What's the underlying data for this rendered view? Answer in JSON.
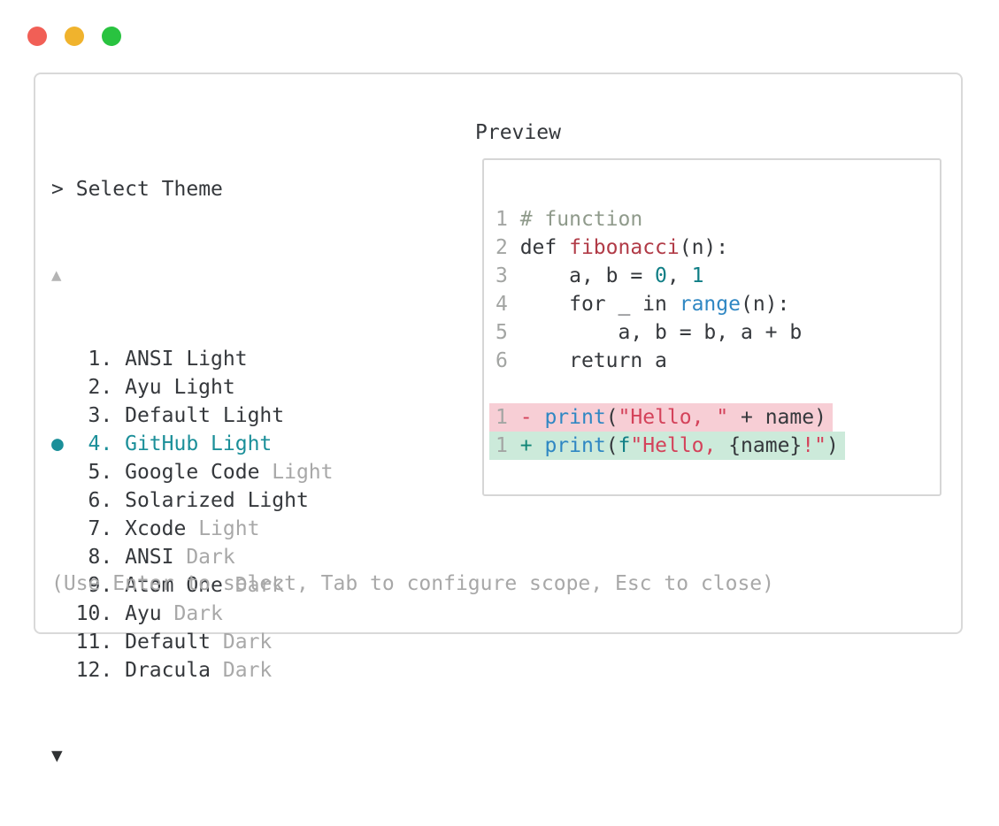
{
  "window_controls": {
    "close_color": "#f15f56",
    "minimize_color": "#f0b32d",
    "zoom_color": "#29c340"
  },
  "picker": {
    "prompt": ">",
    "title": "Select Theme",
    "scroll_up": "▲",
    "scroll_down": "▼",
    "selected_bullet": "●",
    "items": [
      {
        "num": "1",
        "name": "ANSI Light",
        "dim": "",
        "selected": false
      },
      {
        "num": "2",
        "name": "Ayu Light",
        "dim": "",
        "selected": false
      },
      {
        "num": "3",
        "name": "Default Light",
        "dim": "",
        "selected": false
      },
      {
        "num": "4",
        "name": "GitHub Light",
        "dim": "",
        "selected": true
      },
      {
        "num": "5",
        "name": "Google Code",
        "dim": "Light",
        "selected": false
      },
      {
        "num": "6",
        "name": "Solarized Light",
        "dim": "",
        "selected": false
      },
      {
        "num": "7",
        "name": "Xcode",
        "dim": "Light",
        "selected": false
      },
      {
        "num": "8",
        "name": "ANSI",
        "dim": "Dark",
        "selected": false
      },
      {
        "num": "9",
        "name": "Atom One",
        "dim": "Dark",
        "selected": false
      },
      {
        "num": "10",
        "name": "Ayu",
        "dim": "Dark",
        "selected": false
      },
      {
        "num": "11",
        "name": "Default",
        "dim": "Dark",
        "selected": false
      },
      {
        "num": "12",
        "name": "Dracula",
        "dim": "Dark",
        "selected": false
      }
    ],
    "footer_hint": "(Use Enter to select, Tab to configure scope, Esc to close)"
  },
  "preview": {
    "label": "Preview",
    "code_lines": [
      {
        "n": "1",
        "bg": "",
        "tokens": [
          [
            " ",
            "plain"
          ],
          [
            "# function",
            "comment"
          ]
        ]
      },
      {
        "n": "2",
        "bg": "",
        "tokens": [
          [
            " def ",
            "plain"
          ],
          [
            "fibonacci",
            "defname"
          ],
          [
            "(n):",
            "plain"
          ]
        ]
      },
      {
        "n": "3",
        "bg": "",
        "tokens": [
          [
            "     a, b = ",
            "plain"
          ],
          [
            "0",
            "literal"
          ],
          [
            ", ",
            "plain"
          ],
          [
            "1",
            "literal"
          ]
        ]
      },
      {
        "n": "4",
        "bg": "",
        "tokens": [
          [
            "     for _ in ",
            "plain"
          ],
          [
            "range",
            "call"
          ],
          [
            "(n):",
            "plain"
          ]
        ]
      },
      {
        "n": "5",
        "bg": "",
        "tokens": [
          [
            "         a, b = b, a + b",
            "plain"
          ]
        ]
      },
      {
        "n": "6",
        "bg": "",
        "tokens": [
          [
            "     return a",
            "plain"
          ]
        ]
      },
      {
        "n": "",
        "bg": "",
        "tokens": []
      },
      {
        "n": "1",
        "bg": "removed",
        "tokens": [
          [
            " ",
            "plain"
          ],
          [
            "-",
            "removed_sign"
          ],
          [
            " ",
            "plain"
          ],
          [
            "print",
            "call"
          ],
          [
            "(",
            "plain"
          ],
          [
            "\"Hello, \"",
            "string"
          ],
          [
            " + name)",
            "plain"
          ]
        ]
      },
      {
        "n": "1",
        "bg": "added",
        "tokens": [
          [
            " ",
            "plain"
          ],
          [
            "+",
            "added_sign"
          ],
          [
            " ",
            "plain"
          ],
          [
            "print",
            "call"
          ],
          [
            "(",
            "plain"
          ],
          [
            "f",
            "literal"
          ],
          [
            "\"Hello, ",
            "string"
          ],
          [
            "{name}",
            "plain"
          ],
          [
            "!\"",
            "string"
          ],
          [
            ")",
            "plain"
          ]
        ]
      }
    ]
  },
  "colors": {
    "accent_teal": "#1b8f99",
    "text_dark": "#35383c",
    "text_dim": "#a8a8a8",
    "line_number": "#a3a5a3",
    "comment": "#8f9a8b",
    "defname": "#b13b47",
    "literal": "#0f7e85",
    "call": "#2f87c3",
    "string": "#d4425a",
    "removed_sign": "#d4425a",
    "added_sign": "#0f8576",
    "removed_bg": "#f7ced5",
    "added_bg": "#cceada",
    "border": "#d9d9d9"
  }
}
